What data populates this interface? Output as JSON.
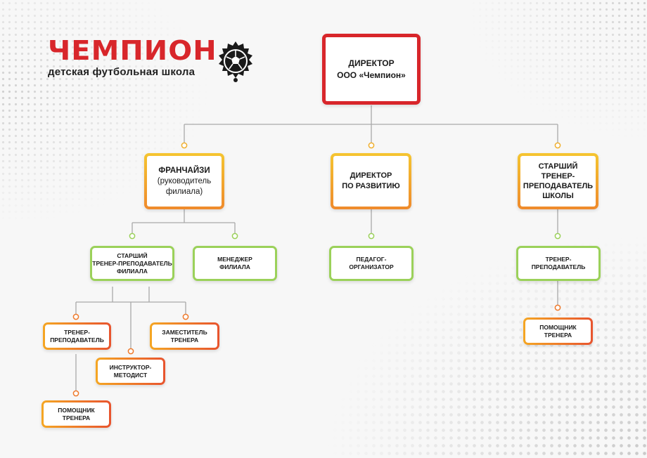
{
  "logo": {
    "title": "ЧЕМПИОН",
    "subtitle": "детская футбольная школа",
    "ball_icon": "soccer-ball-icon"
  },
  "colors": {
    "brand_red": "#d8262b",
    "gold_top": "#f5c530",
    "gold_bottom": "#ef8a2c",
    "green": "#9bd15a",
    "orange_left": "#f5a623",
    "orange_right": "#e8542e",
    "connector": "#a9a9a9"
  },
  "org": {
    "director": {
      "line1": "ДИРЕКТОР",
      "line2": "ООО «Чемпион»"
    },
    "franchise": {
      "line1": "ФРАНЧАЙЗИ",
      "line2": "(руководитель",
      "line3": "филиала)"
    },
    "dev_director": {
      "line1": "ДИРЕКТОР",
      "line2": "ПО РАЗВИТИЮ"
    },
    "senior_school": {
      "line1": "СТАРШИЙ",
      "line2": "ТРЕНЕР-",
      "line3": "ПРЕПОДАВАТЕЛЬ",
      "line4": "ШКОЛЫ"
    },
    "senior_branch": {
      "line1": "СТАРШИЙ",
      "line2": "ТРЕНЕР-ПРЕПОДАВАТЕЛЬ",
      "line3": "ФИЛИАЛА"
    },
    "branch_manager": {
      "line1": "МЕНЕДЖЕР",
      "line2": "ФИЛИАЛА"
    },
    "organizer": {
      "line1": "ПЕДАГОГ-",
      "line2": "ОРГАНИЗАТОР"
    },
    "school_trainer": {
      "line1": "ТРЕНЕР-",
      "line2": "ПРЕПОДАВАТЕЛЬ"
    },
    "school_assistant": {
      "line1": "ПОМОЩНИК",
      "line2": "ТРЕНЕРА"
    },
    "branch_trainer": {
      "line1": "ТРЕНЕР-",
      "line2": "ПРЕПОДАВАТЕЛЬ"
    },
    "instructor": {
      "line1": "ИНСТРУКТОР-",
      "line2": "МЕТОДИСТ"
    },
    "deputy": {
      "line1": "ЗАМЕСТИТЕЛЬ",
      "line2": "ТРЕНЕРА"
    },
    "branch_assistant": {
      "line1": "ПОМОЩНИК",
      "line2": "ТРЕНЕРА"
    }
  }
}
